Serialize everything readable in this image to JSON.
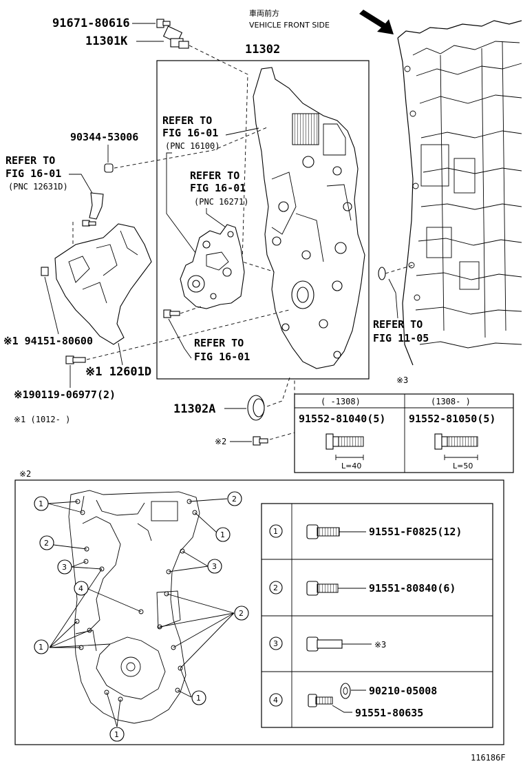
{
  "direction": {
    "jp": "車両前方",
    "en": "VEHICLE FRONT SIDE"
  },
  "top": {
    "bolt_91671": "91671-80616",
    "sensor_11301K": "11301K",
    "cover_11302": "11302",
    "plug_90344": "90344-53006",
    "ref_16100": {
      "l1": "REFER TO",
      "l2": "FIG 16-01",
      "l3": "(PNC 16100)"
    },
    "ref_16271": {
      "l1": "REFER TO",
      "l2": "FIG 16-01",
      "l3": "(PNC 16271)"
    },
    "ref_12631D": {
      "l1": "REFER TO",
      "l2": "FIG 16-01",
      "l3": "(PNC 12631D)"
    },
    "ref_fig_16_01": {
      "l1": "REFER TO",
      "l2": "FIG 16-01"
    },
    "ref_fig_11_05": {
      "l1": "REFER TO",
      "l2": "FIG 11-05"
    },
    "bolt_94151": "※1 94151-80600",
    "part_12601D": "※1 12601D",
    "bolt_90119": "※190119-06977(2)",
    "note_1": "※1 (1012-     )",
    "seal_11302A": "11302A",
    "note_2": "※2",
    "note_3": "※3"
  },
  "bolt_table": {
    "col1_range": "(     -1308)",
    "col2_range": "(1308-     )",
    "col1_part": "91552-81040(5)",
    "col2_part": "91552-81050(5)",
    "col1_len": "L=40",
    "col2_len": "L=50"
  },
  "detail": {
    "label": "※2",
    "callouts": [
      "1",
      "2",
      "3",
      "4"
    ],
    "legend": [
      {
        "num": "1",
        "part": "91551-F0825(12)"
      },
      {
        "num": "2",
        "part": "91551-80840(6)"
      },
      {
        "num": "3",
        "part": "※3"
      },
      {
        "num": "4",
        "part": "90210-05008",
        "part2": "91551-80635"
      }
    ]
  },
  "figure_id": "116186F"
}
